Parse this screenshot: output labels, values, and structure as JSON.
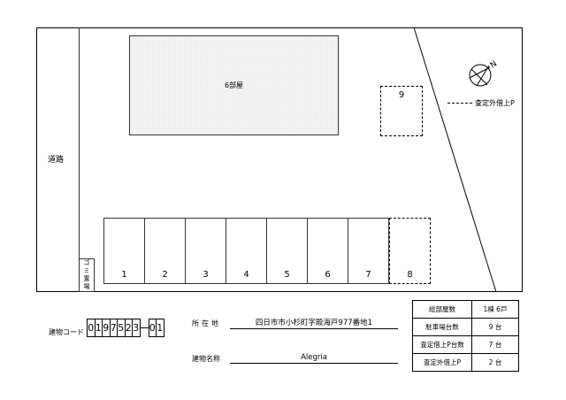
{
  "site_plan": {
    "road_label": "道路",
    "building_label": "6部屋",
    "garbage_label_chars": [
      "ゴ",
      "ミ",
      "置",
      "場"
    ],
    "parking_spaces": [
      {
        "number": "1",
        "type": "solid"
      },
      {
        "number": "2",
        "type": "solid"
      },
      {
        "number": "3",
        "type": "solid"
      },
      {
        "number": "4",
        "type": "solid"
      },
      {
        "number": "5",
        "type": "solid"
      },
      {
        "number": "6",
        "type": "solid"
      },
      {
        "number": "7",
        "type": "solid"
      },
      {
        "number": "8",
        "type": "dashed"
      }
    ],
    "extra_space": {
      "number": "9",
      "type": "dashed"
    },
    "legend_label": "査定外借上P",
    "compass_label": "N"
  },
  "footer": {
    "building_code_label": "建物コード",
    "building_code_main": [
      "0",
      "1",
      "9",
      "7",
      "5",
      "2",
      "3"
    ],
    "building_code_suffix": [
      "0",
      "1"
    ],
    "address_label": "所在地",
    "address_value": "四日市市小杉町字殿海戸977番地1",
    "building_name_label": "建物名称",
    "building_name_value": "Alegria"
  },
  "summary_table": [
    {
      "key": "総部屋数",
      "value": "1棟  6戸"
    },
    {
      "key": "駐車場台数",
      "value": "9  台"
    },
    {
      "key": "査定借上P台数",
      "value": "7  台"
    },
    {
      "key": "査定外借上P",
      "value": "2  台"
    }
  ]
}
